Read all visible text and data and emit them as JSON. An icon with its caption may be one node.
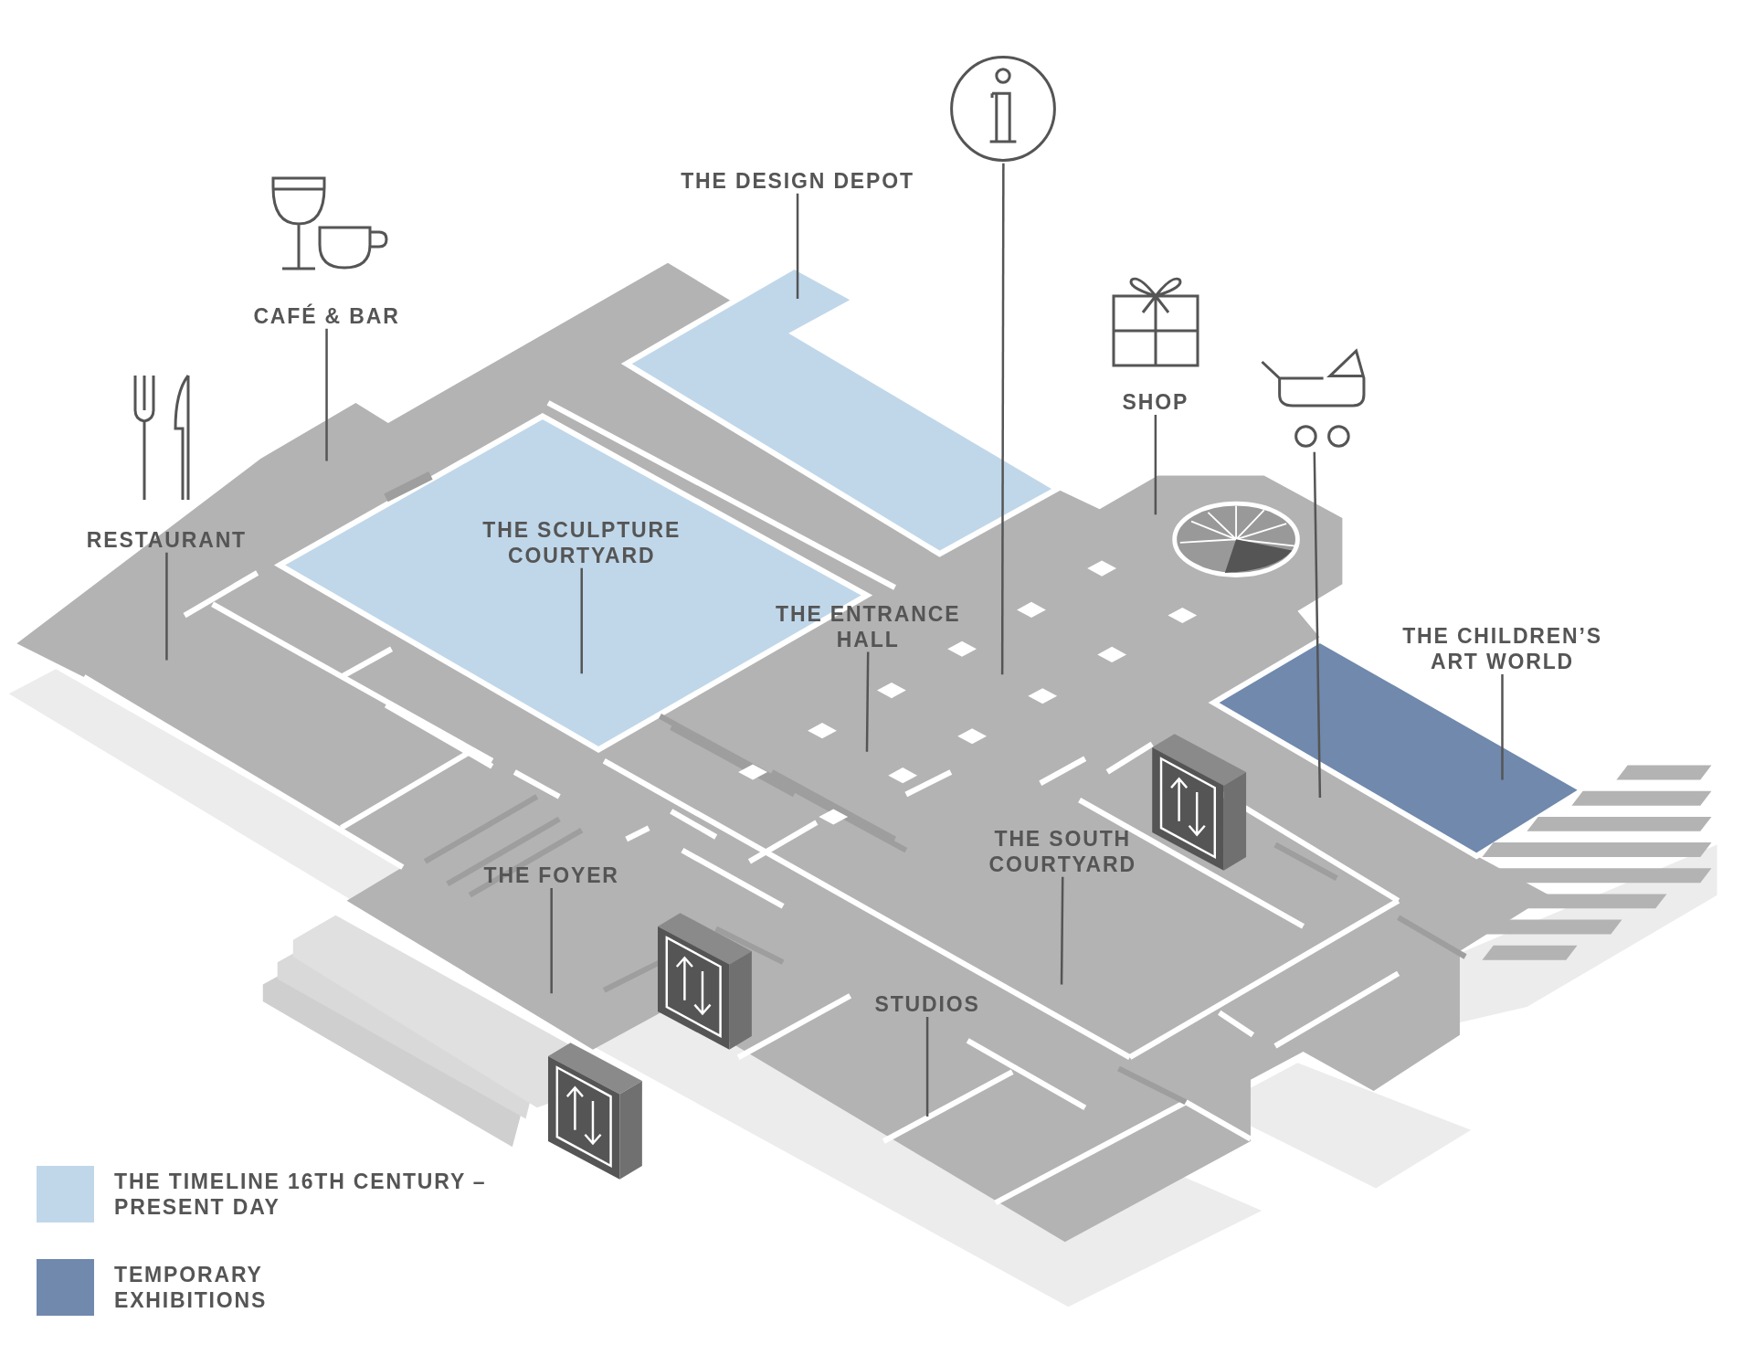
{
  "diagram": {
    "nodes": [
      {
        "text": [
          "THE DESIGN DEPOT"
        ]
      },
      {
        "text": [],
        "shape": "picture"
      },
      {
        "text": [
          "CAFÉ & BAR"
        ]
      },
      {
        "text": [
          "RESTAURANT"
        ]
      },
      {
        "text": [
          "SHOP"
        ]
      },
      {
        "text": [],
        "shape": "picture"
      },
      {
        "text": [
          "THE SCULPTURE COURTYARD"
        ]
      },
      {
        "text": [
          "THE ENTRANCE HALL"
        ]
      },
      {
        "text": [
          "THE CHILDREN’S ART WORLD"
        ]
      },
      {
        "text": [
          "THE SOUTH COURTYARD"
        ]
      },
      {
        "text": [
          "THE FOYER"
        ]
      },
      {
        "text": [
          "STUDIOS"
        ]
      }
    ],
    "edges": [
      {
        "from": 0,
        "to": null,
        "arrow": "none"
      },
      {
        "from": 1,
        "to": null,
        "arrow": "none"
      },
      {
        "from": 2,
        "to": null,
        "arrow": "none"
      },
      {
        "from": 3,
        "to": null,
        "arrow": "none"
      },
      {
        "from": 4,
        "to": null,
        "arrow": "none"
      },
      {
        "from": 5,
        "to": null,
        "arrow": "none"
      },
      {
        "from": 6,
        "to": null,
        "arrow": "none"
      },
      {
        "from": 7,
        "to": null,
        "arrow": "none"
      },
      {
        "from": 8,
        "to": null,
        "arrow": "none"
      },
      {
        "from": 9,
        "to": null,
        "arrow": "none"
      },
      {
        "from": 10,
        "to": null,
        "arrow": "none"
      },
      {
        "from": 11,
        "to": null,
        "arrow": "none"
      }
    ],
    "legend": [
      {
        "text": "THE TIMELINE 16TH CENTURY – PRESENT DAY",
        "color": "#c0d7ea"
      },
      {
        "text": "TEMPORARY EXHIBITIONS",
        "color": "#7089ad"
      }
    ]
  }
}
